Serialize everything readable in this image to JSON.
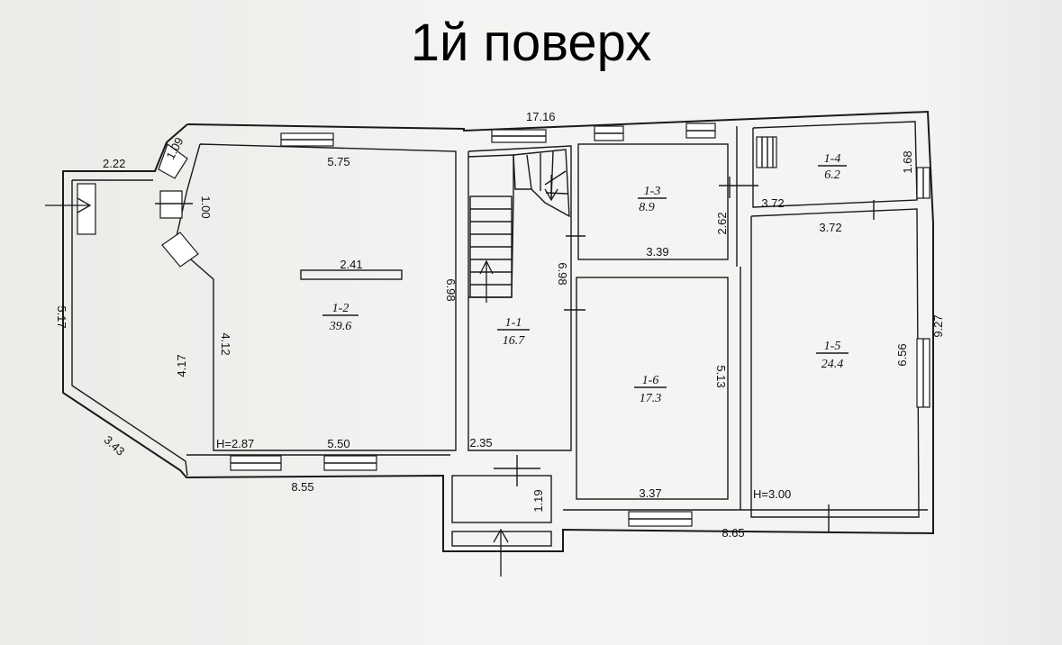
{
  "title": "1й поверх",
  "rooms": [
    {
      "id": "1-1",
      "area": "16.7"
    },
    {
      "id": "1-2",
      "area": "39.6"
    },
    {
      "id": "1-3",
      "area": "8.9"
    },
    {
      "id": "1-4",
      "area": "6.2"
    },
    {
      "id": "1-5",
      "area": "24.4"
    },
    {
      "id": "1-6",
      "area": "17.3"
    }
  ],
  "dimensions": {
    "top_total": "17.16",
    "bay_wall": "1.09",
    "left_top": "2.22",
    "left_side": "5.17",
    "left_diag": "3.43",
    "bay_depth": "1.00",
    "r12_top": "5.75",
    "r12_beam": "2.41",
    "r12_right": "6.98",
    "r12_left_inner": "4.12",
    "left_inner": "4.17",
    "r12_height": "H=2.87",
    "r12_bottom": "5.50",
    "bottom_left": "8.55",
    "r11_right": "6.98",
    "r11_bottom": "2.35",
    "porch": "1.19",
    "r13_bottom": "3.39",
    "r13_right": "2.62",
    "r14_right": "1.68",
    "r14_bottom": "3.72",
    "r15_top": "3.72",
    "r15_right": "6.56",
    "right_total": "9.27",
    "r15_height": "H=3.00",
    "bottom_right": "8.65",
    "r16_right": "5.13",
    "r16_bottom": "3.37"
  }
}
